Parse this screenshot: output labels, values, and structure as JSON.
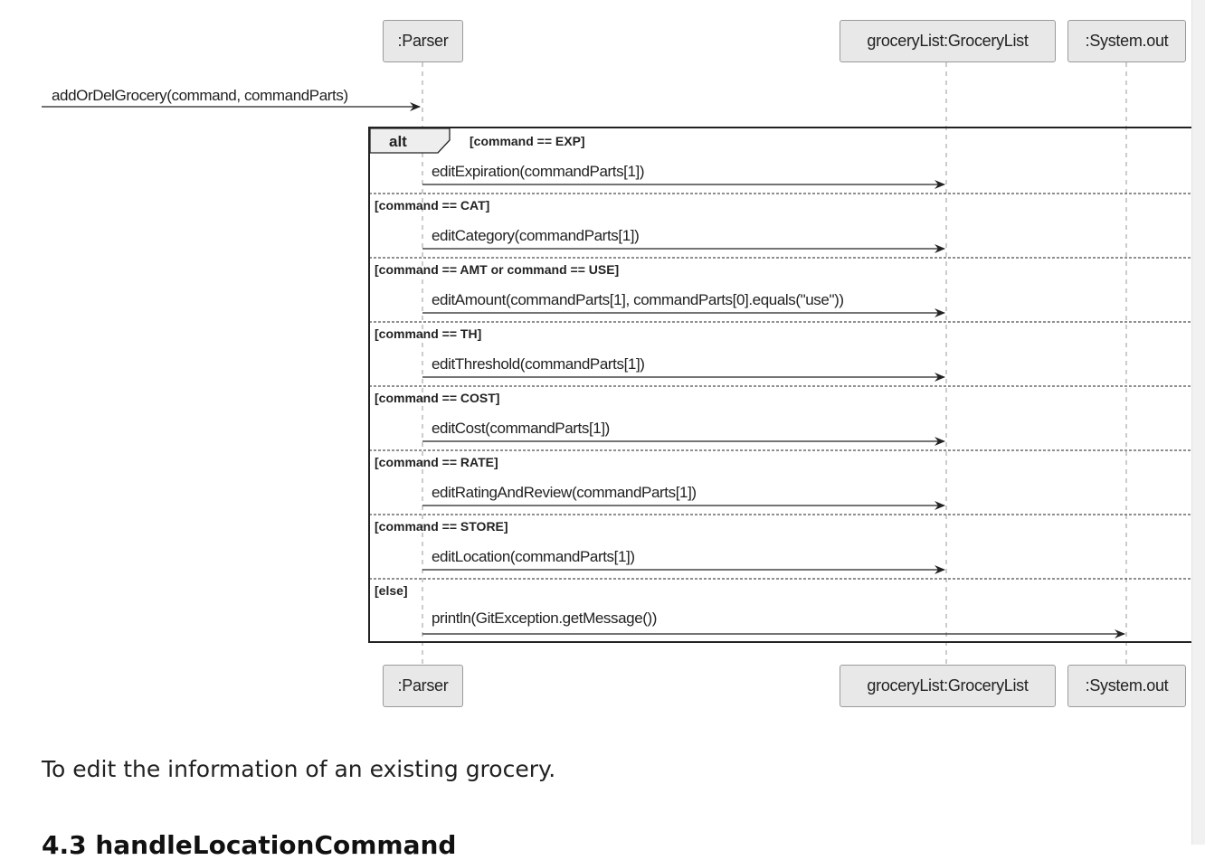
{
  "participants": {
    "parser": ":Parser",
    "grocery_list": "groceryList:GroceryList",
    "system_out": ":System.out"
  },
  "entry_message": "addOrDelGrocery(command, commandParts)",
  "fragment": {
    "keyword": "alt",
    "operands": [
      {
        "guard": "[command == EXP]",
        "message": "editExpiration(commandParts[1])",
        "target": "grocery_list"
      },
      {
        "guard": "[command == CAT]",
        "message": "editCategory(commandParts[1])",
        "target": "grocery_list"
      },
      {
        "guard": "[command == AMT or command == USE]",
        "message": "editAmount(commandParts[1], commandParts[0].equals(\"use\"))",
        "target": "grocery_list"
      },
      {
        "guard": "[command == TH]",
        "message": "editThreshold(commandParts[1])",
        "target": "grocery_list"
      },
      {
        "guard": "[command == COST]",
        "message": "editCost(commandParts[1])",
        "target": "grocery_list"
      },
      {
        "guard": "[command == RATE]",
        "message": "editRatingAndReview(commandParts[1])",
        "target": "grocery_list"
      },
      {
        "guard": "[command == STORE]",
        "message": "editLocation(commandParts[1])",
        "target": "grocery_list"
      },
      {
        "guard": "[else]",
        "message": "println(GitException.getMessage())",
        "target": "system_out"
      }
    ]
  },
  "caption": "To edit the information of an existing grocery.",
  "next_heading": "4.3 handleLocationCommand"
}
